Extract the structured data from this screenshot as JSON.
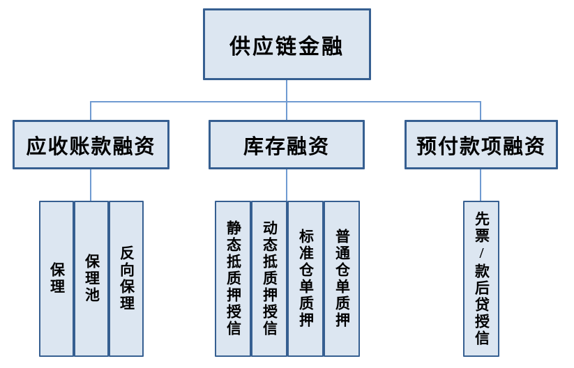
{
  "diagram": {
    "root_label": "供应链金融",
    "branches": [
      {
        "label": "应收账款融资",
        "children": [
          "保理",
          "保理池",
          "反向保理"
        ]
      },
      {
        "label": "库存融资",
        "children": [
          "静态抵质押授信",
          "动态抵质押授信",
          "标准仓单质押",
          "普通仓单质押"
        ]
      },
      {
        "label": "预付款项融资",
        "children": [
          "先票/款后贷授信"
        ]
      }
    ],
    "colors": {
      "box_fill": "#dce6f1",
      "box_border": "#365f91",
      "connector": "#6f9ad1",
      "text": "#000000",
      "background": "#ffffff"
    }
  }
}
